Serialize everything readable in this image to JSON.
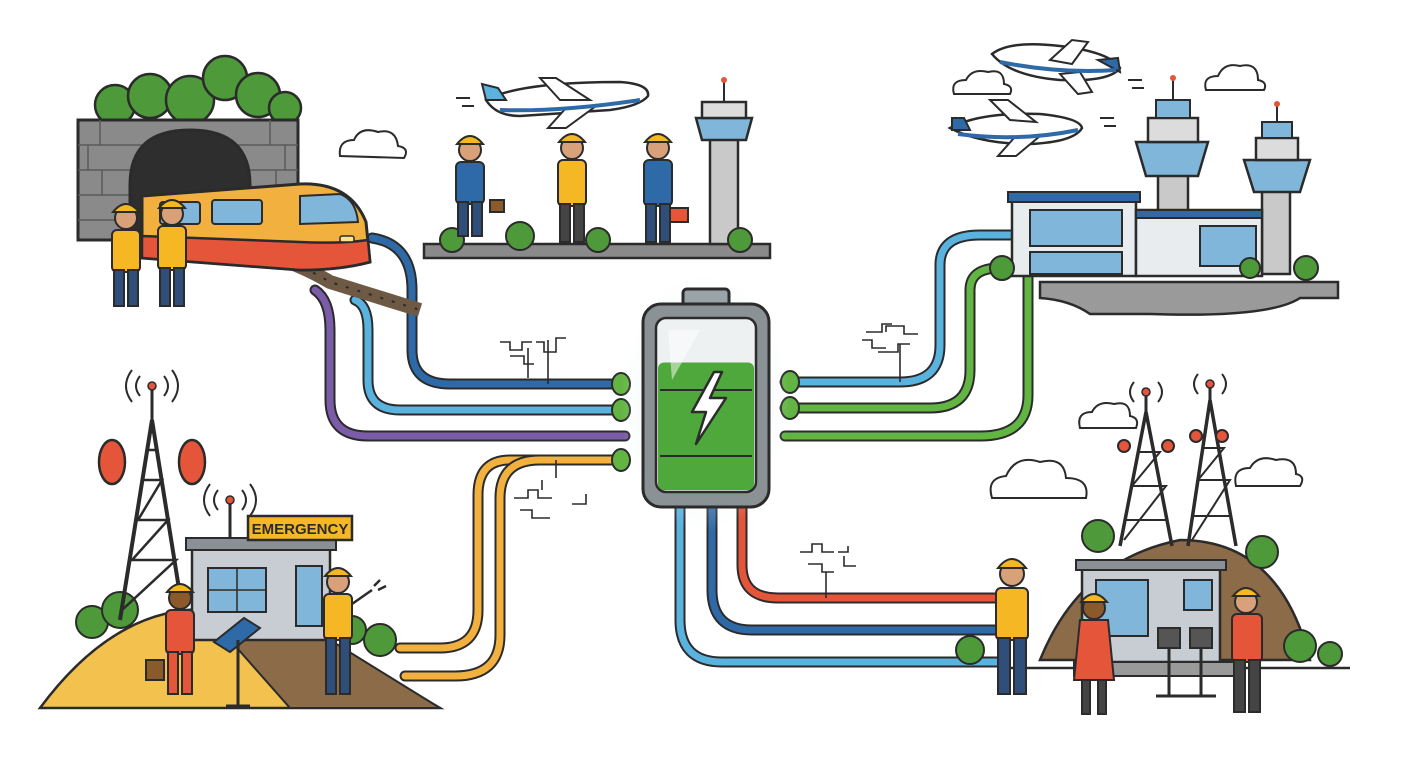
{
  "emergency_sign": {
    "text": "EMERGENCY"
  },
  "hubs": [
    {
      "id": "rail-tunnel",
      "icon": "train-icon"
    },
    {
      "id": "airfield-crew",
      "icon": "airplane-icon"
    },
    {
      "id": "airport-terminal",
      "icon": "control-tower-icon"
    },
    {
      "id": "emergency-comms",
      "icon": "radio-tower-icon"
    },
    {
      "id": "telecom-station",
      "icon": "antenna-icon"
    }
  ],
  "central_battery": {
    "icon": "lightning-bolt-icon",
    "charge_fraction": 0.75
  },
  "colors": {
    "outline": "#2b2b2b",
    "blue_dark": "#2f6aa8",
    "blue_light": "#5ab2de",
    "purple": "#7b5ca8",
    "green": "#63b543",
    "orange": "#f2b13f",
    "red": "#e4553a",
    "battery_green": "#4fa83b",
    "battery_glow": "#d6eef8",
    "safety_yellow": "#f5b824",
    "tunnel_gray": "#8a8a8a",
    "bush_green": "#4e9a3a"
  }
}
